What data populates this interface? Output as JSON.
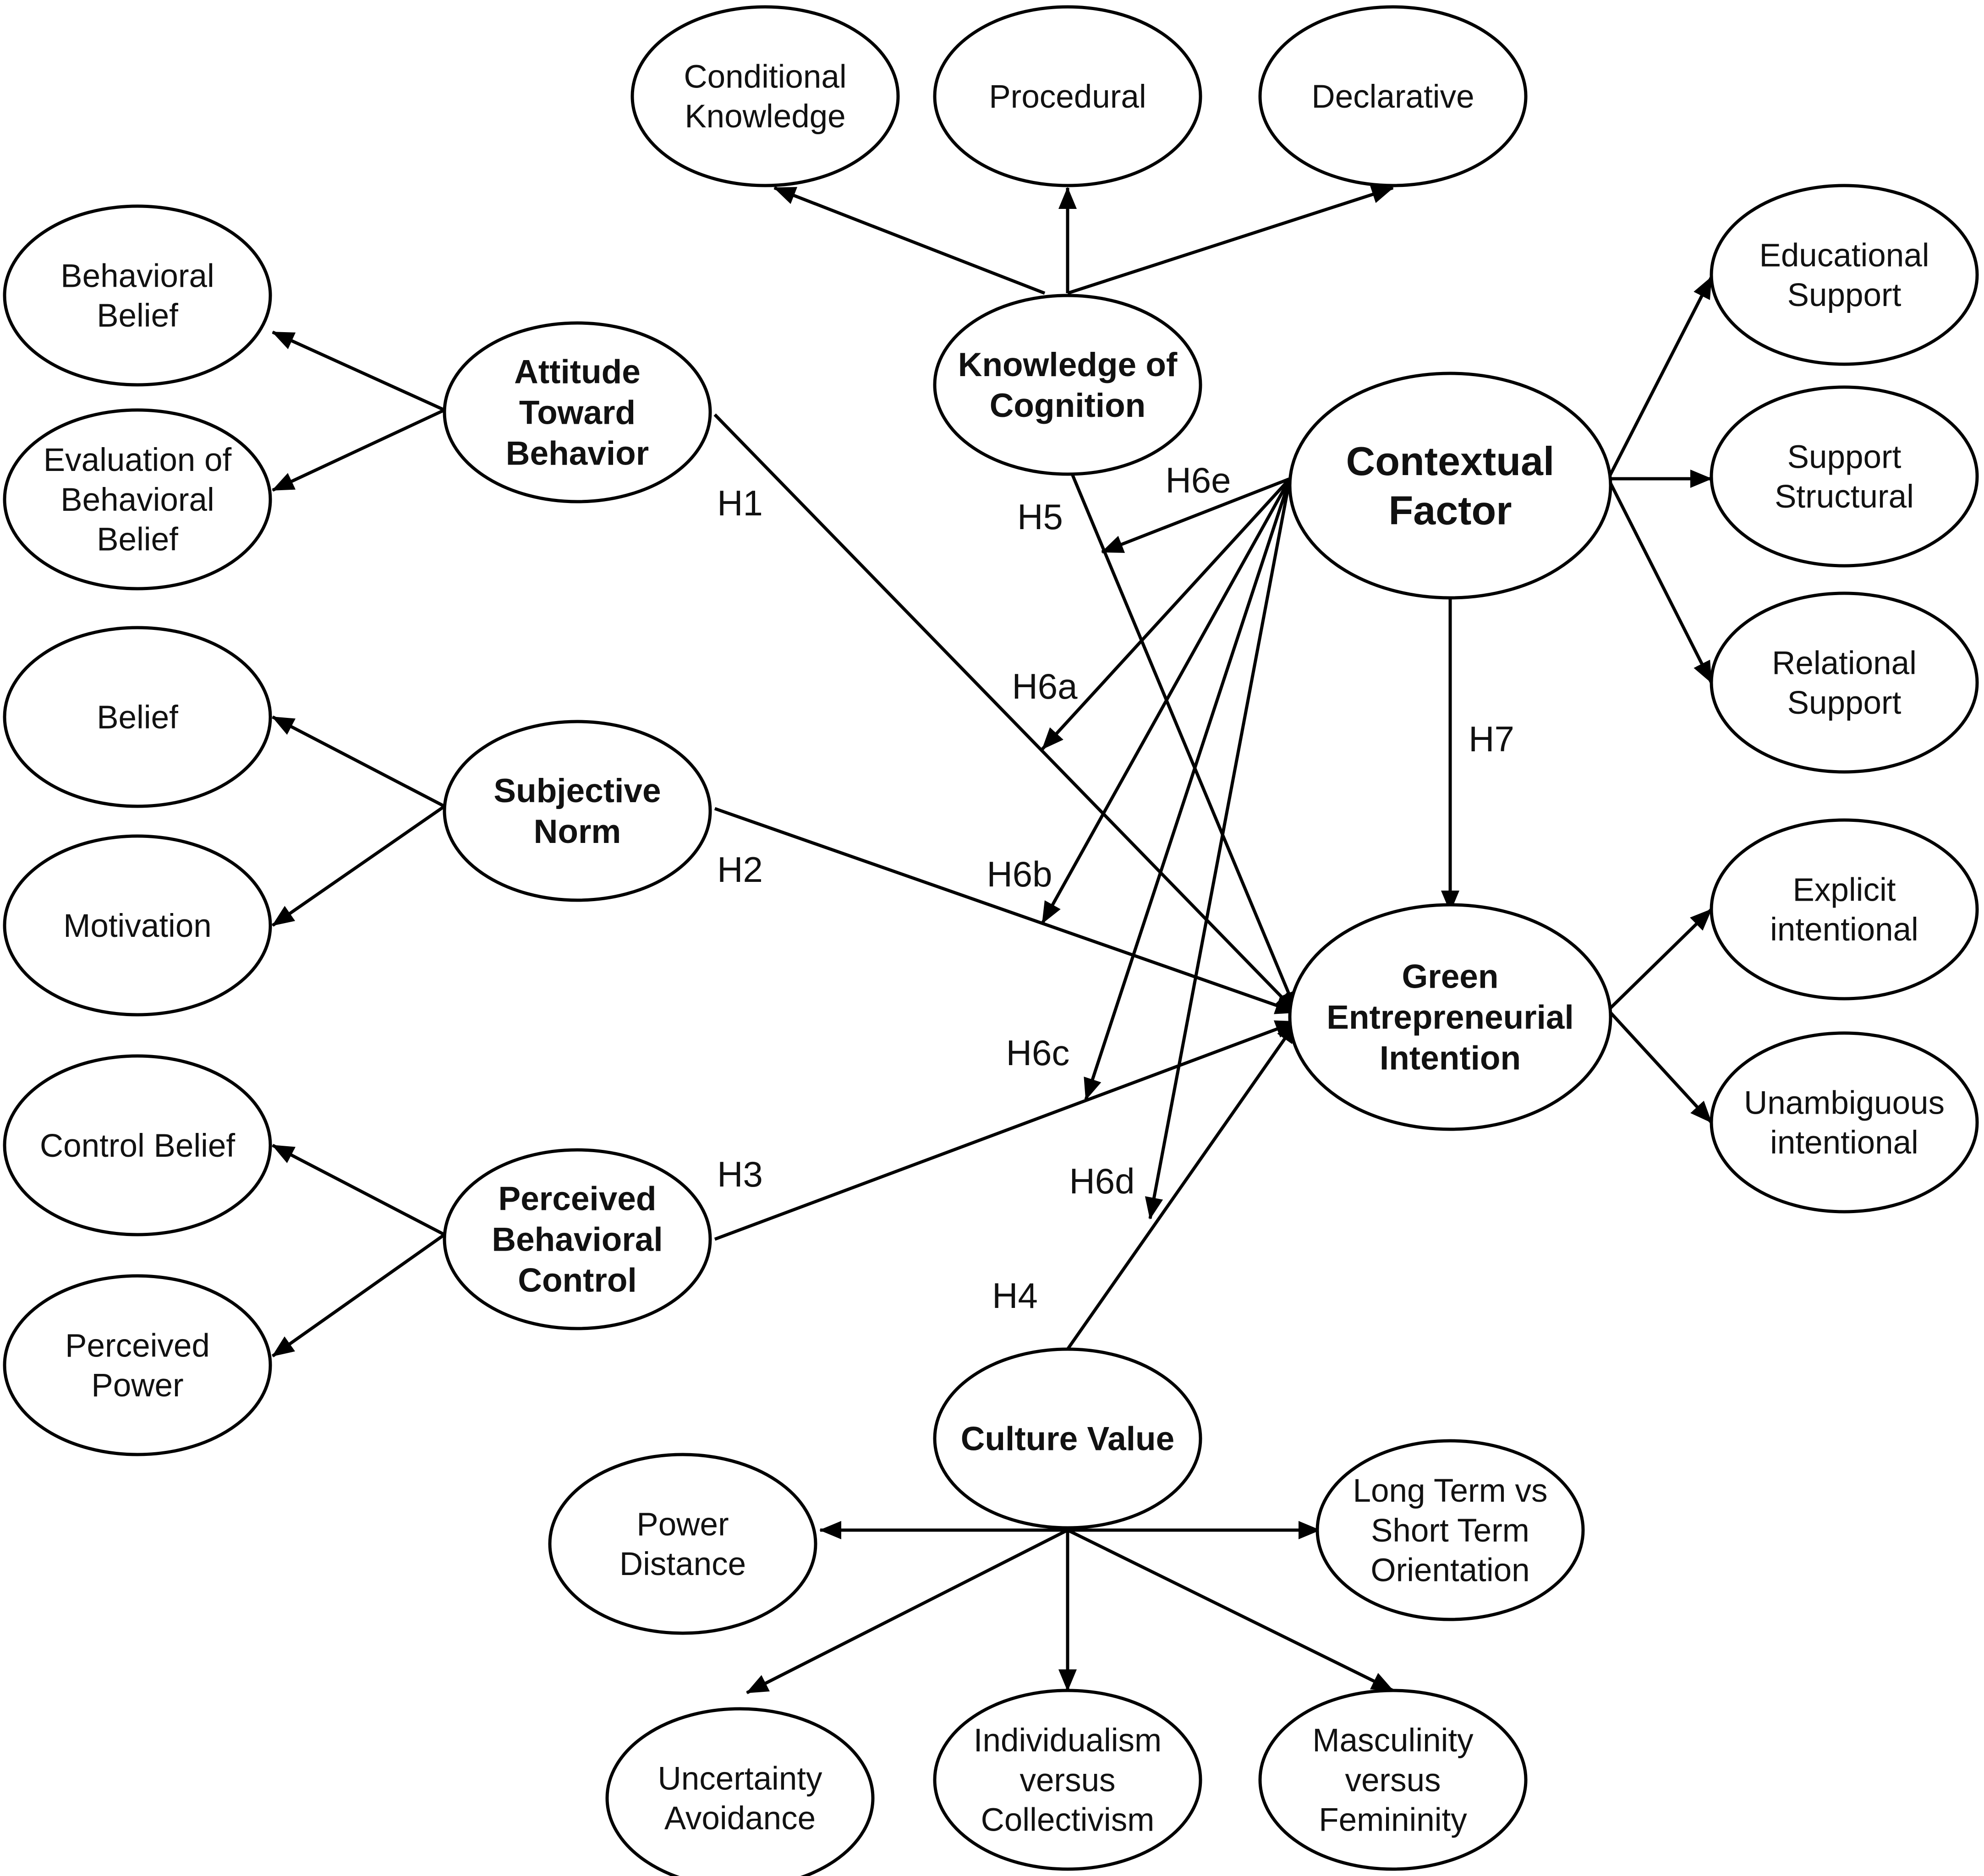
{
  "nodes": {
    "conditional_knowledge": "Conditional\nKnowledge",
    "procedural": "Procedural",
    "declarative": "Declarative",
    "behavioral_belief": "Behavioral\nBelief",
    "evaluation_of_behavioral_belief": "Evaluation of\nBehavioral\nBelief",
    "attitude_toward_behavior": "Attitude\nToward\nBehavior",
    "knowledge_of_cognition": "Knowledge of\nCognition",
    "contextual_factor": "Contextual\nFactor",
    "educational_support": "Educational\nSupport",
    "support_structural": "Support\nStructural",
    "relational_support": "Relational\nSupport",
    "belief": "Belief",
    "motivation": "Motivation",
    "subjective_norm": "Subjective\nNorm",
    "green_entrepreneurial_intention": "Green\nEntrepreneurial\nIntention",
    "explicit_intentional": "Explicit\nintentional",
    "unambiguous_intentional": "Unambiguous\nintentional",
    "control_belief": "Control Belief",
    "perceived_power": "Perceived\nPower",
    "perceived_behavioral_control": "Perceived\nBehavioral\nControl",
    "culture_value": "Culture Value",
    "power_distance": "Power\nDistance",
    "long_term_vs_short_term_orientation": "Long Term vs\nShort Term\nOrientation",
    "uncertainty_avoidance": "Uncertainty\nAvoidance",
    "individualism_versus_collectivism": "Individualism\nversus\nCollectivism",
    "masculinity_versus_femininity": "Masculinity\nversus\nFemininity"
  },
  "hypotheses": {
    "H1": "H1",
    "H2": "H2",
    "H3": "H3",
    "H4": "H4",
    "H5": "H5",
    "H6a": "H6a",
    "H6b": "H6b",
    "H6c": "H6c",
    "H6d": "H6d",
    "H6e": "H6e",
    "H7": "H7"
  },
  "colors": {
    "stroke": "#000000",
    "fill": "#ffffff",
    "text": "#111111"
  }
}
